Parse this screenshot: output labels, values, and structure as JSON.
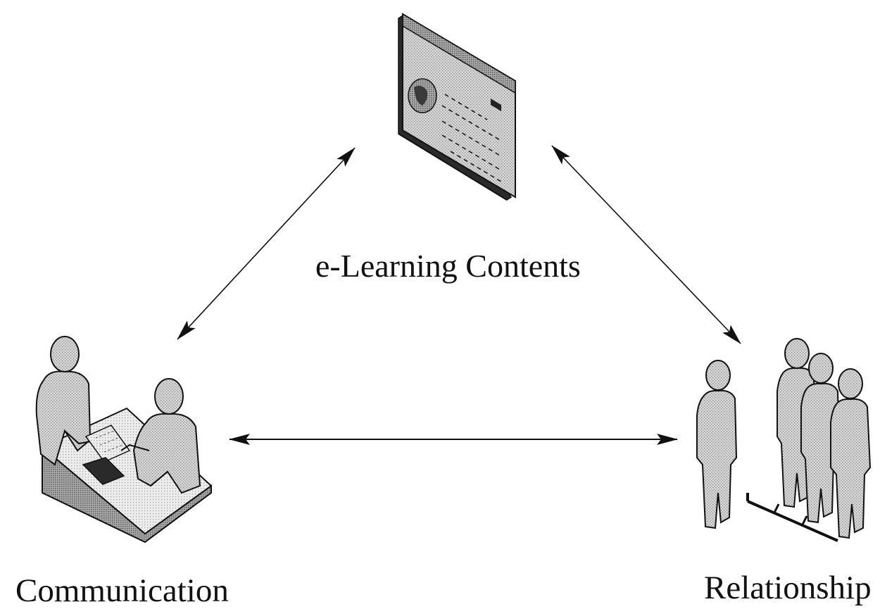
{
  "nodes": {
    "contents": {
      "label": "e-Learning Contents",
      "icon": "document-screen-icon"
    },
    "communication": {
      "label": "Communication",
      "icon": "meeting-people-icon"
    },
    "relationship": {
      "label": "Relationship",
      "icon": "people-group-icon"
    }
  },
  "edges": [
    {
      "from": "contents",
      "to": "communication",
      "direction": "bidirectional"
    },
    {
      "from": "contents",
      "to": "relationship",
      "direction": "bidirectional"
    },
    {
      "from": "communication",
      "to": "relationship",
      "direction": "bidirectional"
    }
  ],
  "colors": {
    "line": "#111111",
    "figure_fill": "#d4d4d4",
    "figure_shade": "#a6a6a6",
    "outline": "#1a1a1a"
  }
}
